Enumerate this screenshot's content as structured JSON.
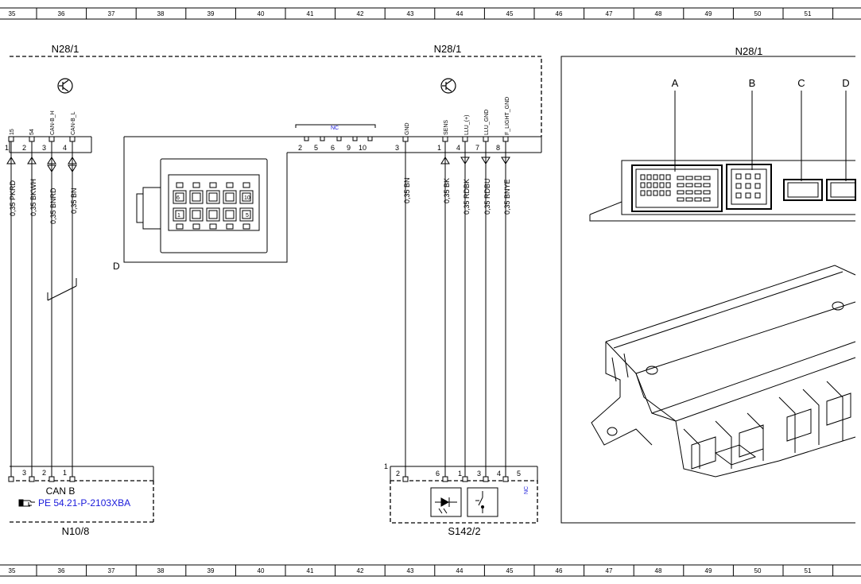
{
  "ruler": {
    "numbers": [
      "35",
      "36",
      "37",
      "38",
      "39",
      "40",
      "41",
      "42",
      "43",
      "44",
      "45",
      "46",
      "47",
      "48",
      "49",
      "50",
      "51"
    ]
  },
  "components": {
    "left_module_label": "N28/1",
    "center_module_label": "N28/1",
    "photo_label": "N28/1",
    "n10_label": "N10/8",
    "s142_label": "S142/2",
    "connector_d_label": "D",
    "s142_marker": "1"
  },
  "left_pins": [
    {
      "signal": "15",
      "pin": "1",
      "wire": "0,35 PKRD"
    },
    {
      "signal": "54",
      "pin": "2",
      "wire": "0,35 BKWH"
    },
    {
      "signal": "CAN-B_H",
      "pin": "3",
      "wire": "0,35 BNRD"
    },
    {
      "signal": "CAN-B_L",
      "pin": "4",
      "wire": "0,35 BN"
    }
  ],
  "center_pins": [
    {
      "signal": "GND",
      "pin": "3",
      "wire": "0,35 BN"
    },
    {
      "signal": "SENS",
      "pin": "1",
      "wire": "0,35 BK"
    },
    {
      "signal": "LLU_(+)",
      "pin": "4",
      "wire": "0,35 RDBK"
    },
    {
      "signal": "LLU_GND",
      "pin": "7",
      "wire": "0,35 RDBU"
    },
    {
      "signal": "F_LIGHT_GND",
      "pin": "8",
      "wire": "0,35 BNYE"
    }
  ],
  "nc_pins": [
    "2",
    "5",
    "6",
    "9",
    "10"
  ],
  "nc_label": "NC",
  "connector_numbers": {
    "c6": "6",
    "c10": "10",
    "c1": "1",
    "c5": "5"
  },
  "n10_pins": [
    "3",
    "2",
    "1"
  ],
  "n10_text": {
    "title": "CAN B",
    "ref": "PE 54.21-P-2103XBA"
  },
  "s142_pins": [
    "2",
    "6",
    "1",
    "3",
    "4",
    "5"
  ],
  "s142_nc": "NC",
  "photo_connectors": [
    "A",
    "B",
    "C",
    "D"
  ],
  "colors": {
    "line": "#000000",
    "link": "#1a1adb",
    "background": "#ffffff"
  },
  "icons": [
    "transistor-icon",
    "reference-hand-icon",
    "photodiode-icon",
    "switch-icon",
    "wire-arrow-icon"
  ]
}
